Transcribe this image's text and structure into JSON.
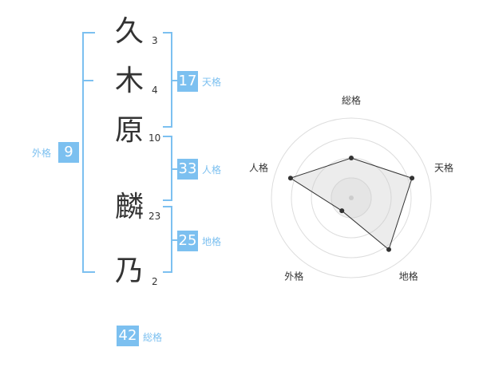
{
  "name_chars": [
    {
      "char": "久",
      "strokes": "3"
    },
    {
      "char": "木",
      "strokes": "4"
    },
    {
      "char": "原",
      "strokes": "10"
    },
    {
      "char": "麟",
      "strokes": "23"
    },
    {
      "char": "乃",
      "strokes": "2"
    }
  ],
  "fortune": {
    "tenkaku": {
      "value": "17",
      "label": "天格"
    },
    "jinkaku": {
      "value": "33",
      "label": "人格"
    },
    "chikaku": {
      "value": "25",
      "label": "地格"
    },
    "gaikaku": {
      "value": "9",
      "label": "外格"
    },
    "soukaku": {
      "value": "42",
      "label": "総格"
    }
  },
  "colors": {
    "accent": "#7cc0f0",
    "text": "#333333"
  },
  "chart_data": {
    "type": "radar",
    "axes": [
      "総格",
      "天格",
      "地格",
      "外格",
      "人格"
    ],
    "values": [
      0.5,
      0.8,
      0.8,
      0.2,
      0.8
    ],
    "range": [
      0,
      1
    ],
    "rings": 4
  }
}
